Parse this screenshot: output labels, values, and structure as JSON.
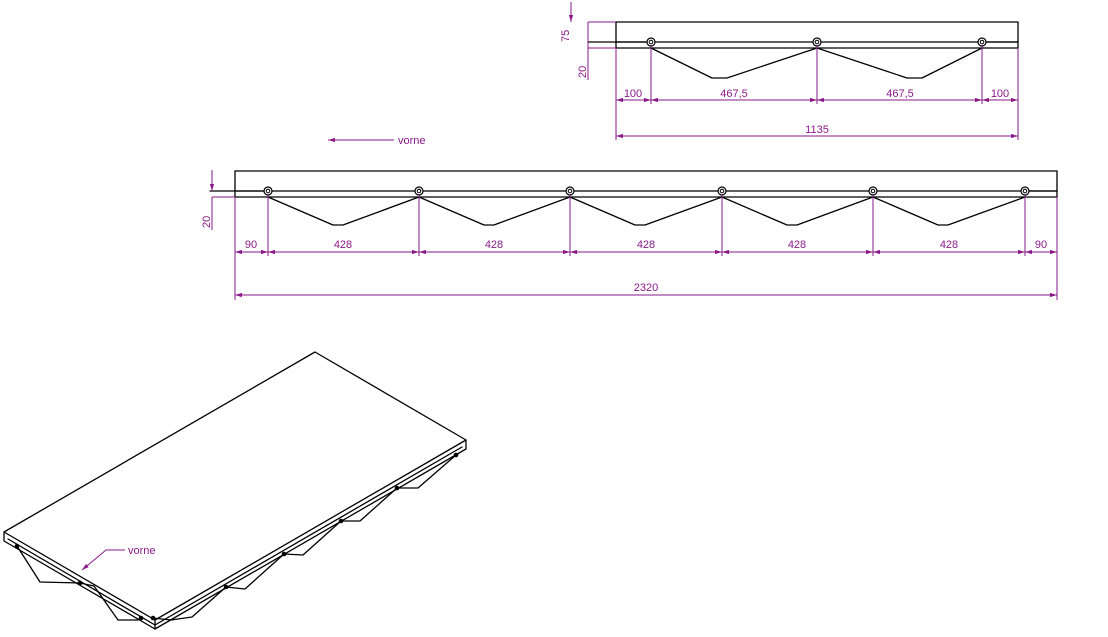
{
  "colors": {
    "part": "#000000",
    "dimension": "#8a1a8a",
    "background": "#ffffff"
  },
  "direction_label": "vorne",
  "side_view": {
    "height_labels": {
      "total": "75",
      "bottom": "20"
    },
    "spacing_labels": [
      "100",
      "467,5",
      "467,5",
      "100"
    ],
    "overall_label": "1135"
  },
  "front_view": {
    "height_label": "20",
    "spacing_labels": [
      "90",
      "428",
      "428",
      "428",
      "428",
      "428",
      "90"
    ],
    "overall_label": "2320"
  },
  "isometric_view": {
    "direction_label": "vorne"
  }
}
